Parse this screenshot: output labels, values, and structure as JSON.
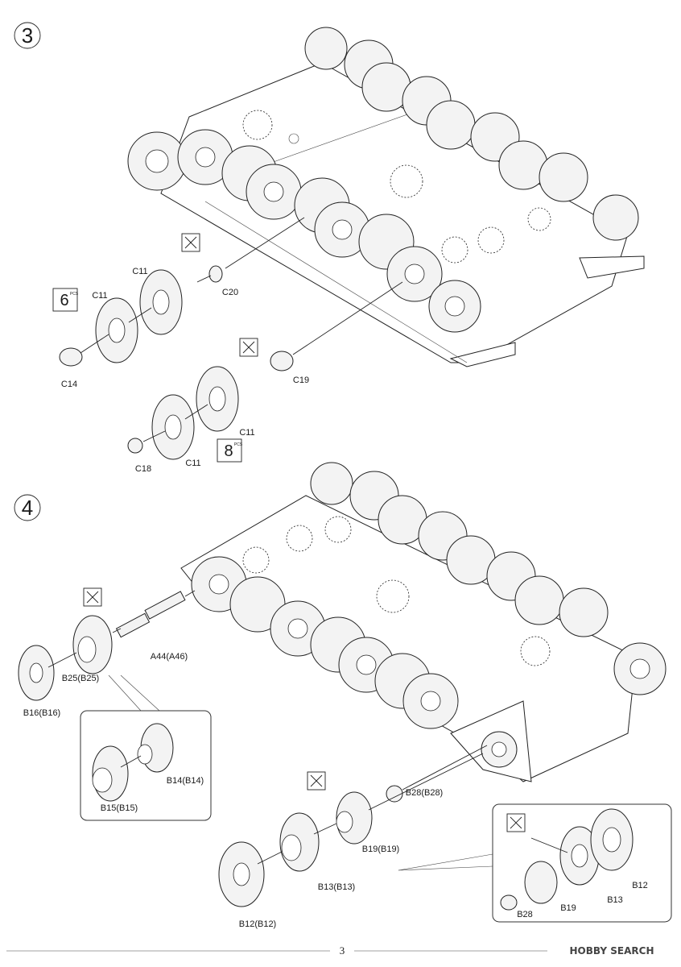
{
  "page_number": "3",
  "watermark": "HOBBY SEARCH",
  "steps": [
    {
      "number": "3",
      "quantities": [
        "6",
        "8"
      ],
      "pcs_label": "PCS",
      "parts": [
        "C11",
        "C11",
        "C14",
        "C20",
        "C19",
        "C11",
        "C11",
        "C18"
      ]
    },
    {
      "number": "4",
      "parts": [
        "A44(A46)",
        "B25(B25)",
        "B16(B16)",
        "B14(B14)",
        "B15(B15)",
        "B28(B28)",
        "B19(B19)",
        "B13(B13)",
        "B12(B12)"
      ],
      "inset_parts": [
        "B12",
        "B13",
        "B19",
        "B28"
      ]
    }
  ],
  "icons": [
    "glue-cement-icon",
    "glue-cement-icon",
    "glue-cement-icon",
    "glue-cement-icon",
    "glue-cement-icon"
  ]
}
